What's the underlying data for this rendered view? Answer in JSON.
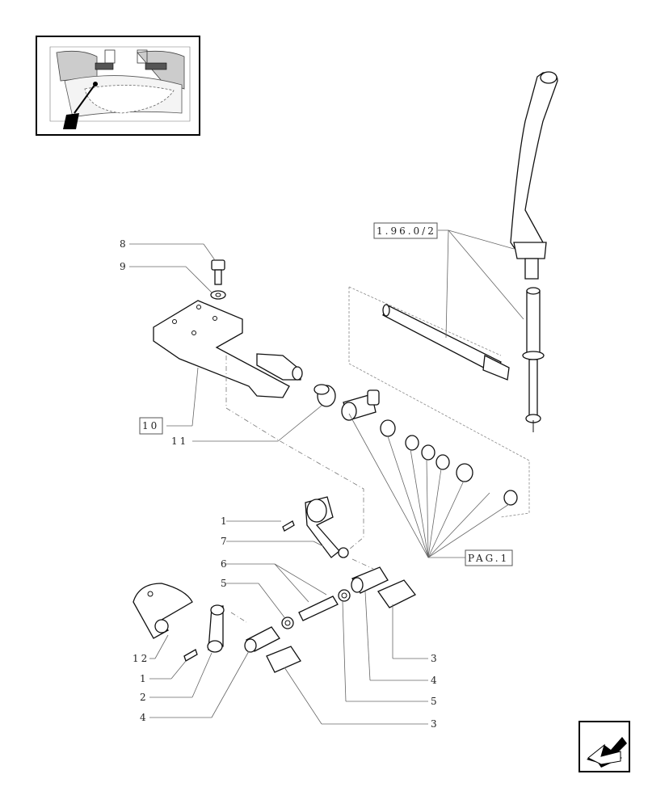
{
  "callouts": {
    "c8": "8",
    "c9": "9",
    "c10": "10",
    "c11": "11",
    "ref_group": "1.96.0/2",
    "c1a": "1",
    "c7": "7",
    "c6": "6",
    "c5a": "5",
    "c12": "12",
    "c1b": "1",
    "c2": "2",
    "c4a": "4",
    "c3a": "3",
    "c4b": "4",
    "c5b": "5",
    "c3b": "3",
    "pag": "PAG.1"
  },
  "icons": {
    "thumbnail": "tractor-cab-location-thumbnail",
    "nav": "return-arrow-icon"
  }
}
